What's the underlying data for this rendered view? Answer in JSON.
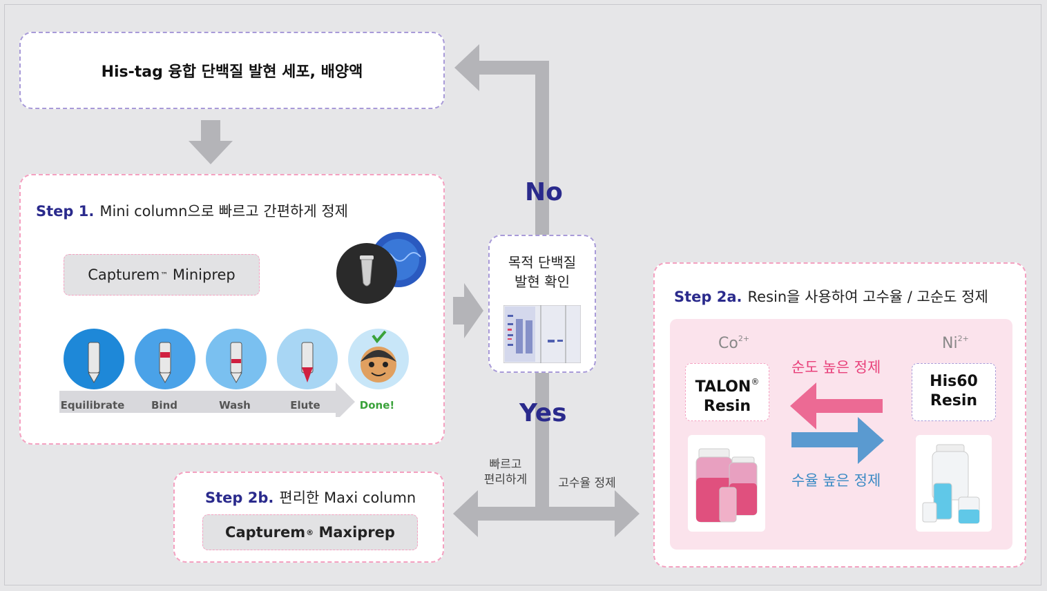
{
  "top_box": {
    "title": "His-tag 융합 단백질 발현 세포, 배양액"
  },
  "step1": {
    "number": "Step 1.",
    "description": "Mini column으로 빠르고 간편하게 정제",
    "product": "Capturem",
    "product_mark": "™",
    "product_suffix": "Miniprep",
    "stages": [
      "Equilibrate",
      "Bind",
      "Wash",
      "Elute",
      "Done!"
    ]
  },
  "check": {
    "line1": "목적 단백질",
    "line2": "발현 확인"
  },
  "decision": {
    "no": "No",
    "yes": "Yes"
  },
  "branch_left": {
    "line1": "빠르고",
    "line2": "편리하게"
  },
  "branch_right": {
    "label": "고수율 정제"
  },
  "step2b": {
    "number": "Step 2b.",
    "description": "편리한 Maxi column",
    "product": "Capturem",
    "product_mark": "®",
    "product_suffix": "Maxiprep"
  },
  "step2a": {
    "number": "Step 2a.",
    "description": "Resin을 사용하여 고수율 / 고순도 정제",
    "left_ion": "Co",
    "left_ion_charge": "2+",
    "right_ion": "Ni",
    "right_ion_charge": "2+",
    "left_resin_line1": "TALON",
    "left_resin_mark": "®",
    "left_resin_line2": "Resin",
    "right_resin_line1": "His60",
    "right_resin_line2": "Resin",
    "purity_label": "순도 높은 정제",
    "yield_label": "수율 높은 정제"
  },
  "colors": {
    "arrow_gray": "#b4b4b8",
    "heading_navy": "#2a2a8c",
    "purity_pink": "#e8407a",
    "yield_blue": "#3a8ac4",
    "done_green": "#3aa23a"
  }
}
